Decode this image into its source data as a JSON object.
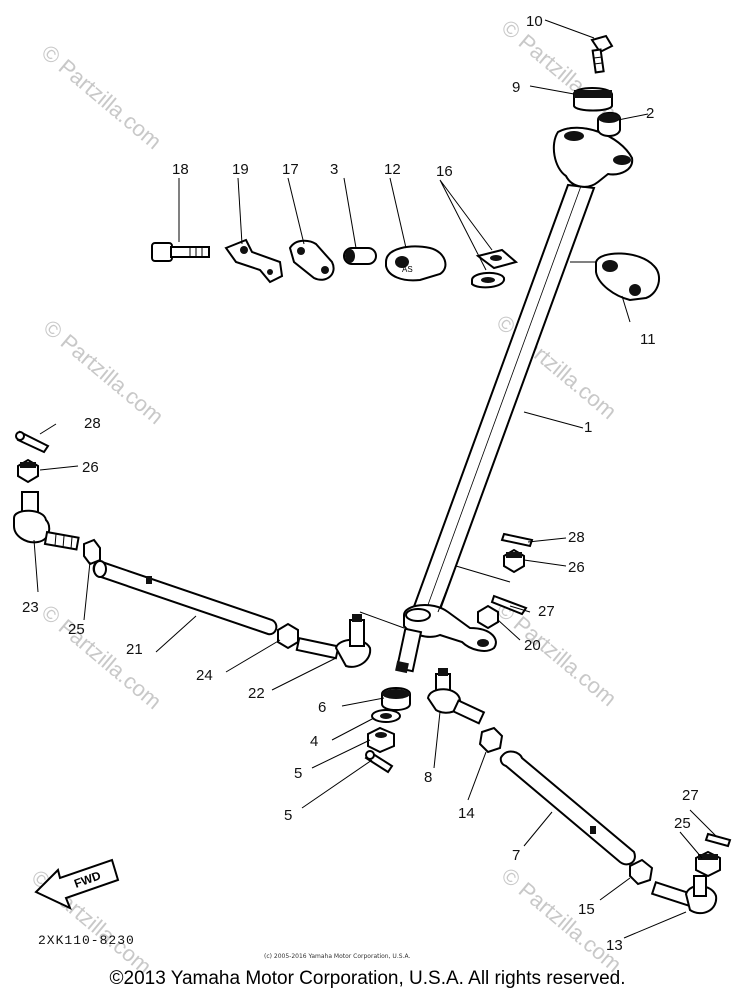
{
  "watermark": "© Partzilla.com",
  "callouts": [
    "1",
    "2",
    "3",
    "4",
    "5",
    "5",
    "6",
    "7",
    "8",
    "9",
    "10",
    "11",
    "12",
    "13",
    "14",
    "15",
    "16",
    "17",
    "18",
    "19",
    "20",
    "21",
    "22",
    "23",
    "24",
    "25",
    "25",
    "26",
    "26",
    "27",
    "27",
    "28",
    "28"
  ],
  "fwd_label": "FWD",
  "diagram_code": "2XK110-8230",
  "small_copyright": "(c) 2005-2016 Yamaha Motor Corporation, U.S.A.",
  "footer_copyright": "©2013 Yamaha Motor Corporation, U.S.A. All rights reserved."
}
